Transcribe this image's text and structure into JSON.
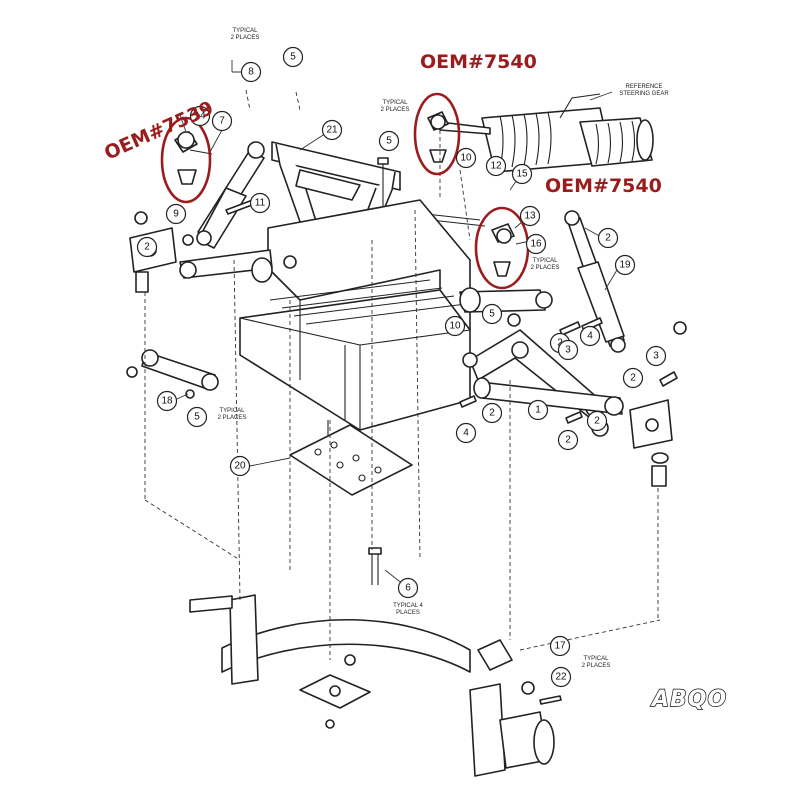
{
  "callout_numbers": [
    "1",
    "2",
    "3",
    "4",
    "5",
    "6",
    "7",
    "8",
    "9",
    "10",
    "11",
    "12",
    "13",
    "14",
    "15",
    "16",
    "17",
    "18",
    "19",
    "20",
    "21",
    "22"
  ],
  "notes": {
    "typical_2_places": [
      "TYPICAL",
      "2 PLACES"
    ],
    "typical_4_places": [
      "TYPICAL 4",
      "PLACES"
    ],
    "reference_steering_gear": [
      "REFERENCE",
      "STEERING GEAR"
    ]
  },
  "oem_labels": {
    "left": "OEM#7539",
    "top": "OEM#7540",
    "right": "OEM#7540"
  },
  "brand": "ABQO",
  "colors": {
    "annotation_red": "#9b1c1c",
    "line": "#222222",
    "background": "#ffffff"
  }
}
